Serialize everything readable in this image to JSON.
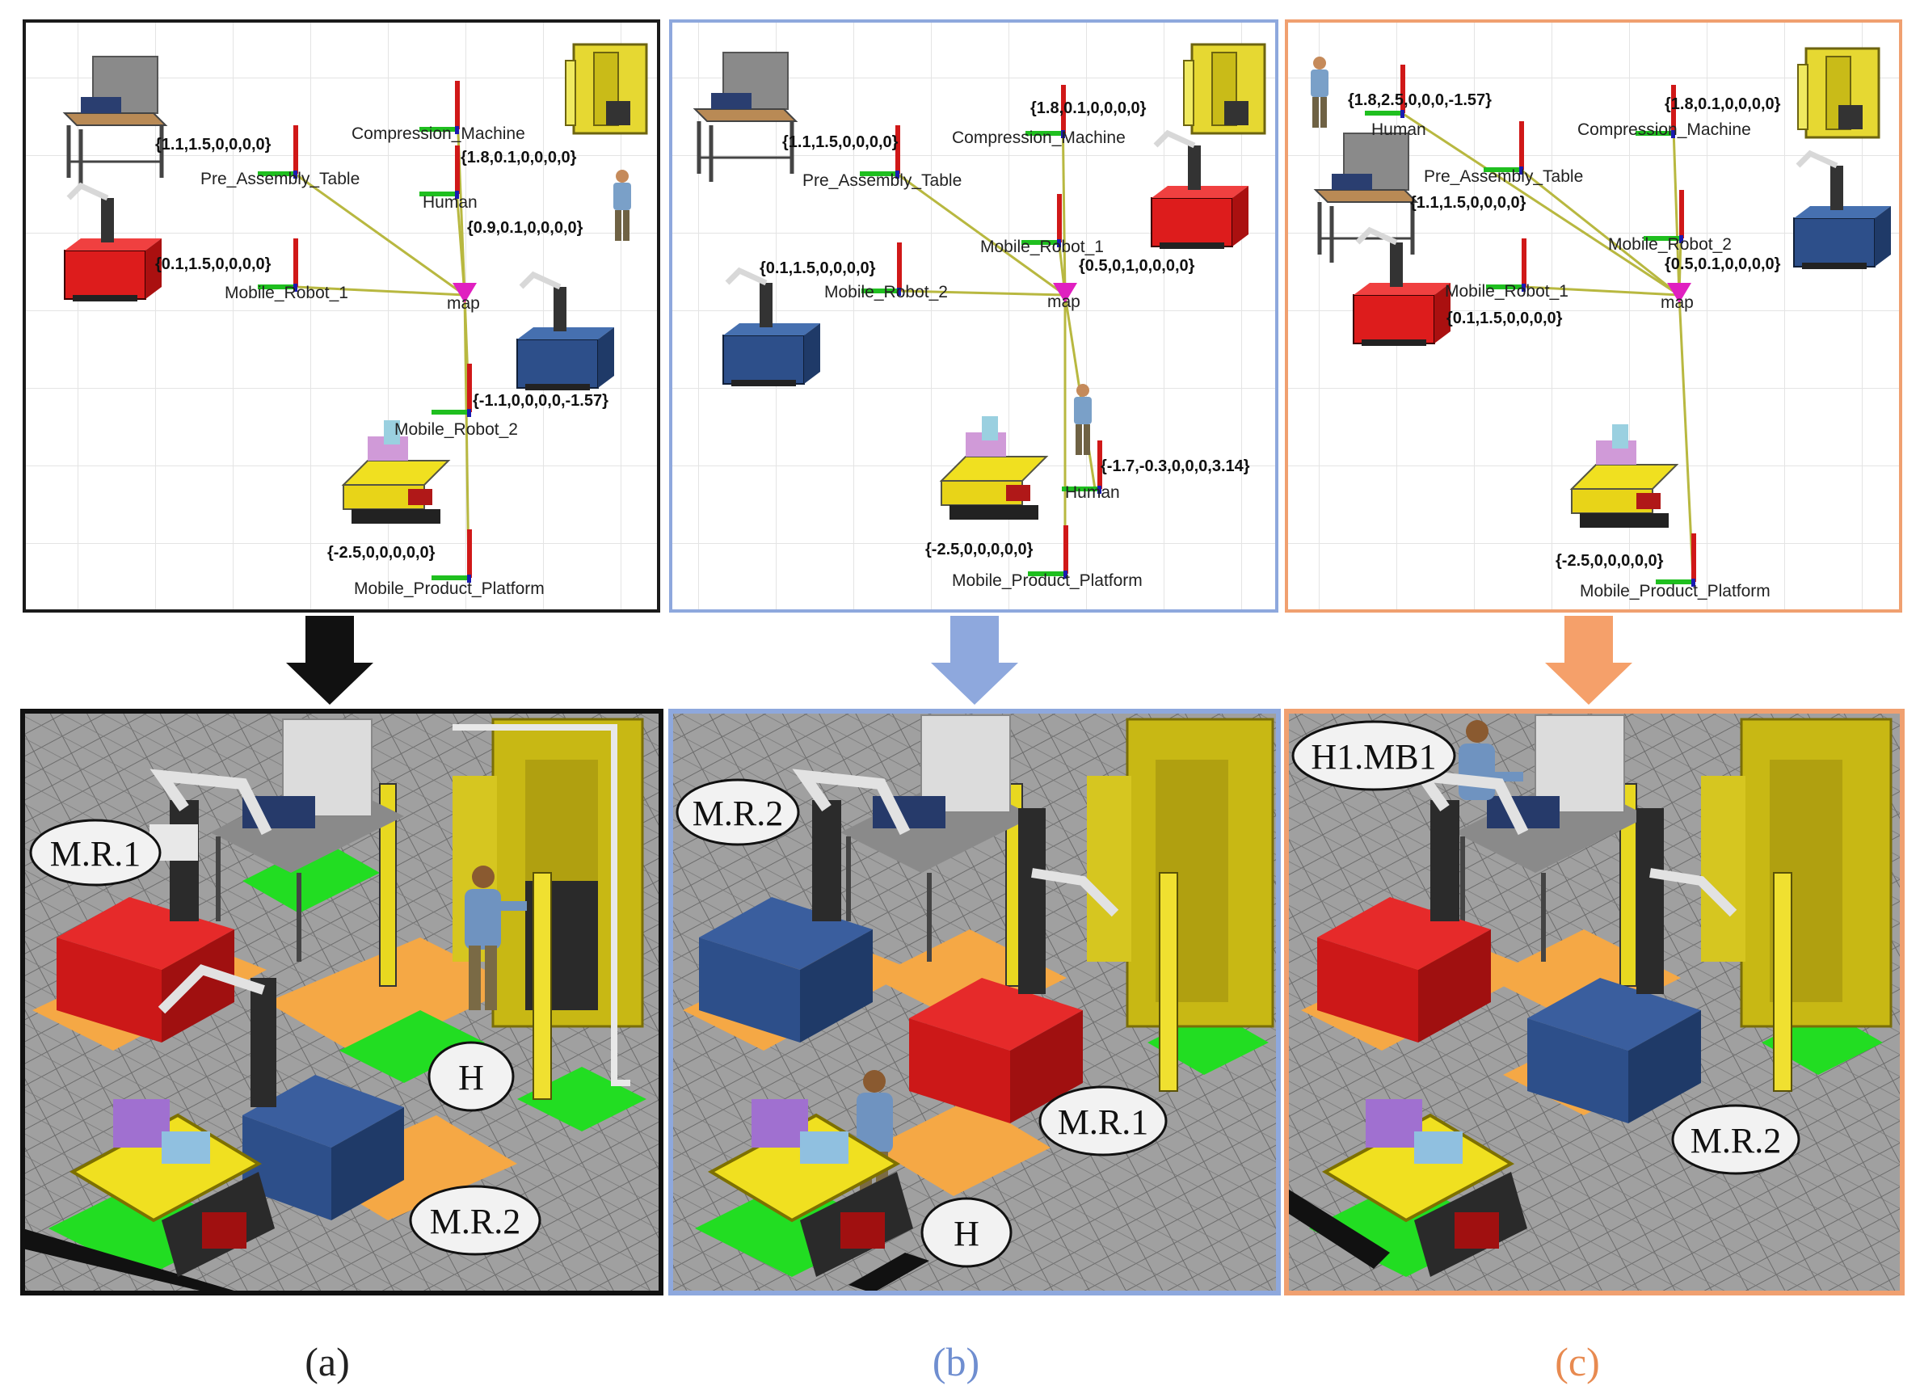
{
  "colors": {
    "panel_a": "#1a1a1a",
    "panel_b": "#8ea8dd",
    "panel_c": "#f0a070",
    "floor": "#9a9a9a",
    "green_marks": "#22dd22",
    "orange_marks": "#f5a845"
  },
  "panels": [
    {
      "id": "a",
      "caption": "(a)",
      "frames": {
        "compression": "Compression_Machine",
        "pre_assembly": "Pre_Assembly_Table",
        "human": "Human",
        "robot_left": "Mobile_Robot_1",
        "map": "map",
        "robot_bottom": "Mobile_Robot_2",
        "platform": "Mobile_Product_Platform"
      },
      "coords": {
        "pre_assembly": "{1.1,1.5,0,0,0,0}",
        "compression": "{1.8,0.1,0,0,0,0}",
        "human": "{0.9,0.1,0,0,0,0}",
        "robot_left": "{0.1,1.5,0,0,0,0}",
        "robot_bottom": "{-1.1,0,0,0,0,-1.57}",
        "platform": "{-2.5,0,0,0,0,0}"
      },
      "bubbles": [
        "M.R.1",
        "H",
        "M.R.2"
      ]
    },
    {
      "id": "b",
      "caption": "(b)",
      "frames": {
        "compression": "Compression_Machine",
        "pre_assembly": "Pre_Assembly_Table",
        "robot_top": "Mobile_Robot_1",
        "robot_left": "Mobile_Robot_2",
        "map": "map",
        "human": "Human",
        "platform": "Mobile_Product_Platform"
      },
      "coords": {
        "compression": "{1.8,0.1,0,0,0,0}",
        "pre_assembly": "{1.1,1.5,0,0,0,0}",
        "robot_top": "{0.5,0,1,0,0,0,0}",
        "robot_left": "{0.1,1.5,0,0,0,0}",
        "human": "{-1.7,-0.3,0,0,0,3.14}",
        "platform": "{-2.5,0,0,0,0,0}"
      },
      "bubbles": [
        "M.R.2",
        "M.R.1",
        "H"
      ]
    },
    {
      "id": "c",
      "caption": "(c)",
      "frames": {
        "human": "Human",
        "compression": "Compression_Machine",
        "pre_assembly": "Pre_Assembly_Table",
        "robot_right": "Mobile_Robot_2",
        "robot_left": "Mobile_Robot_1",
        "map": "map",
        "platform": "Mobile_Product_Platform"
      },
      "coords": {
        "human": "{1.8,2.5,0,0,0,-1.57}",
        "compression": "{1.8,0.1,0,0,0,0}",
        "pre_assembly": "{1.1,1.5,0,0,0,0}",
        "robot_right": "{0.5,0.1,0,0,0,0}",
        "robot_left": "{0.1,1.5,0,0,0,0}",
        "platform": "{-2.5,0,0,0,0,0}"
      },
      "bubbles": [
        "H1.MB1",
        "M.R.2"
      ]
    }
  ]
}
